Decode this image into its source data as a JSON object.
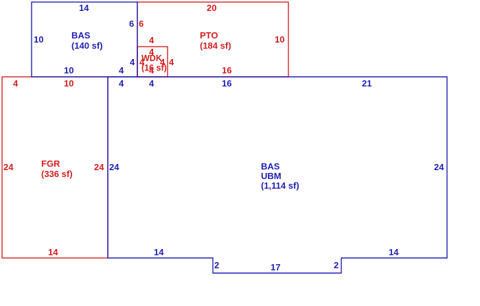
{
  "colors": {
    "blue": "#1f1fb4",
    "red": "#d42020"
  },
  "areas": {
    "bas_top": {
      "name": "BAS",
      "area": "(140 sf)"
    },
    "pto": {
      "name": "PTO",
      "area": "(184 sf)"
    },
    "wdk": {
      "name": "WDK",
      "area": "(16 sf)"
    },
    "fgr": {
      "name": "FGR",
      "area": "(336 sf)"
    },
    "bas_main": {
      "name": "BAS",
      "name2": "UBM",
      "area": "(1,114 sf)"
    }
  },
  "dims": {
    "bas_top": {
      "top": "14",
      "left": "10",
      "right": "6",
      "bottom": "10",
      "bottom_right": "4",
      "inner_right": "4"
    },
    "pto": {
      "top": "20",
      "left": "6",
      "right": "10",
      "bottom": "16"
    },
    "wdk": {
      "top": "4",
      "left": "4",
      "right": "4",
      "bottom": "4",
      "inner_left": "4",
      "inner_right": "4"
    },
    "fgr": {
      "top_left": "4",
      "top": "10",
      "left": "24",
      "right": "24",
      "bottom": "14"
    },
    "bas_main": {
      "top_a": "4",
      "top_b": "4",
      "top_c": "16",
      "top_d": "21",
      "left": "24",
      "right": "24",
      "bottom_left": "14",
      "bottom_right": "14",
      "jog_left": "2",
      "jog_right": "2",
      "bump_bottom": "17"
    }
  }
}
